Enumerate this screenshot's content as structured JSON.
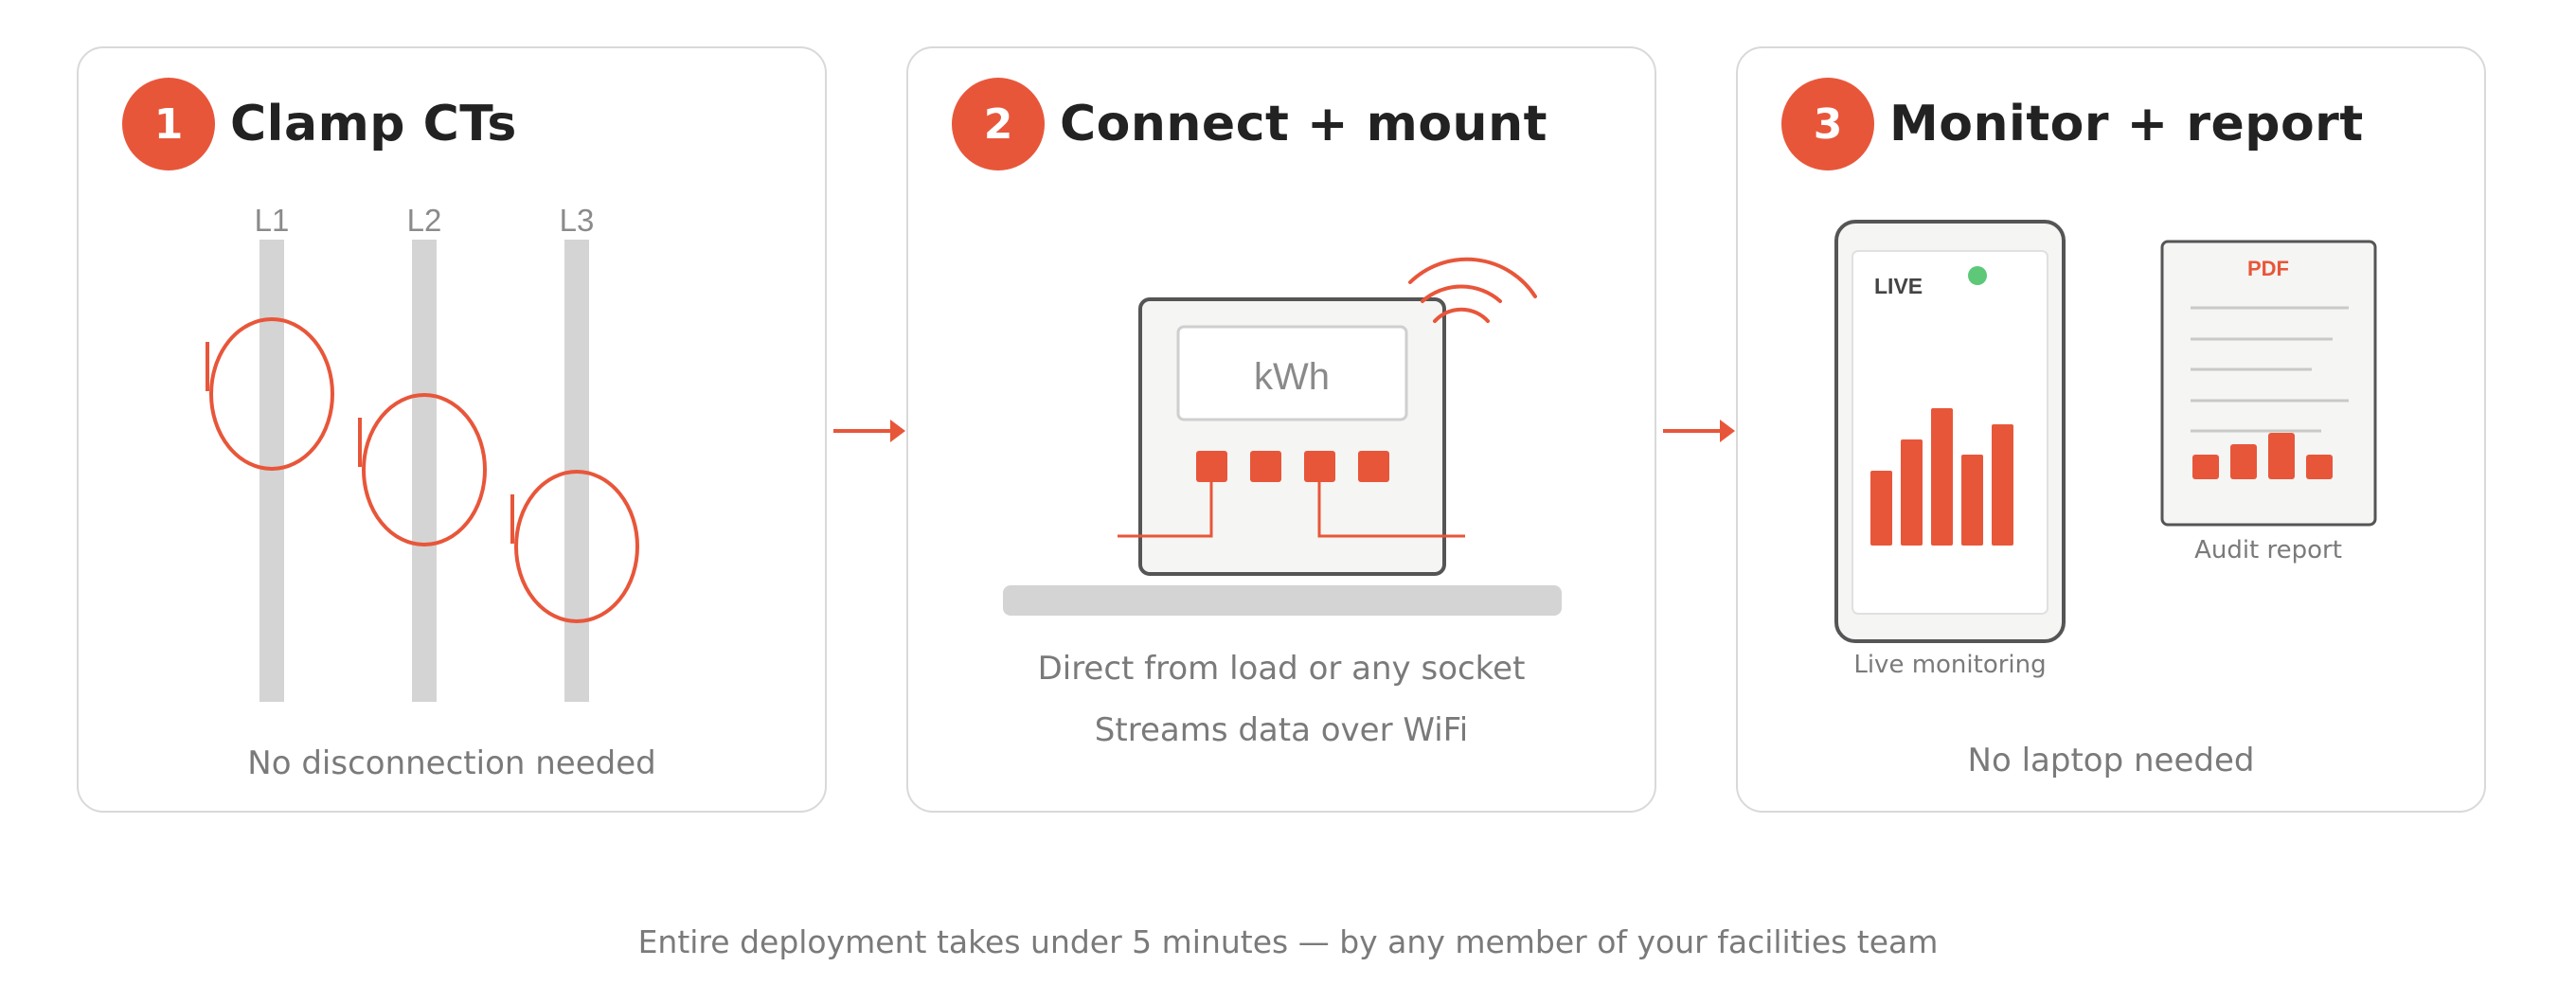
{
  "steps": [
    {
      "number": "1",
      "title": "Clamp CTs",
      "phases": [
        "L1",
        "L2",
        "L3"
      ],
      "caption": "No disconnection needed"
    },
    {
      "number": "2",
      "title": "Connect + mount",
      "meter_display": "kWh",
      "caption_lines": [
        "Direct from load or any socket",
        "Streams data over WiFi"
      ]
    },
    {
      "number": "3",
      "title": "Monitor + report",
      "phone_badge": "LIVE",
      "phone_caption": "Live monitoring",
      "doc_badge": "PDF",
      "doc_caption": "Audit report",
      "caption": "No laptop needed"
    }
  ],
  "footer": "Entire deployment takes under 5 minutes — by any member of your facilities team",
  "icons": [
    "ct-clamp-icon",
    "energy-meter-icon",
    "wifi-icon",
    "phone-icon",
    "pdf-document-icon",
    "arrow-right-icon"
  ],
  "colors": {
    "accent": "#e8563a",
    "live_dot": "#5cc878",
    "bus_bar": "#d4d4d4",
    "text_muted": "#7a7a7a",
    "title": "#222222"
  }
}
